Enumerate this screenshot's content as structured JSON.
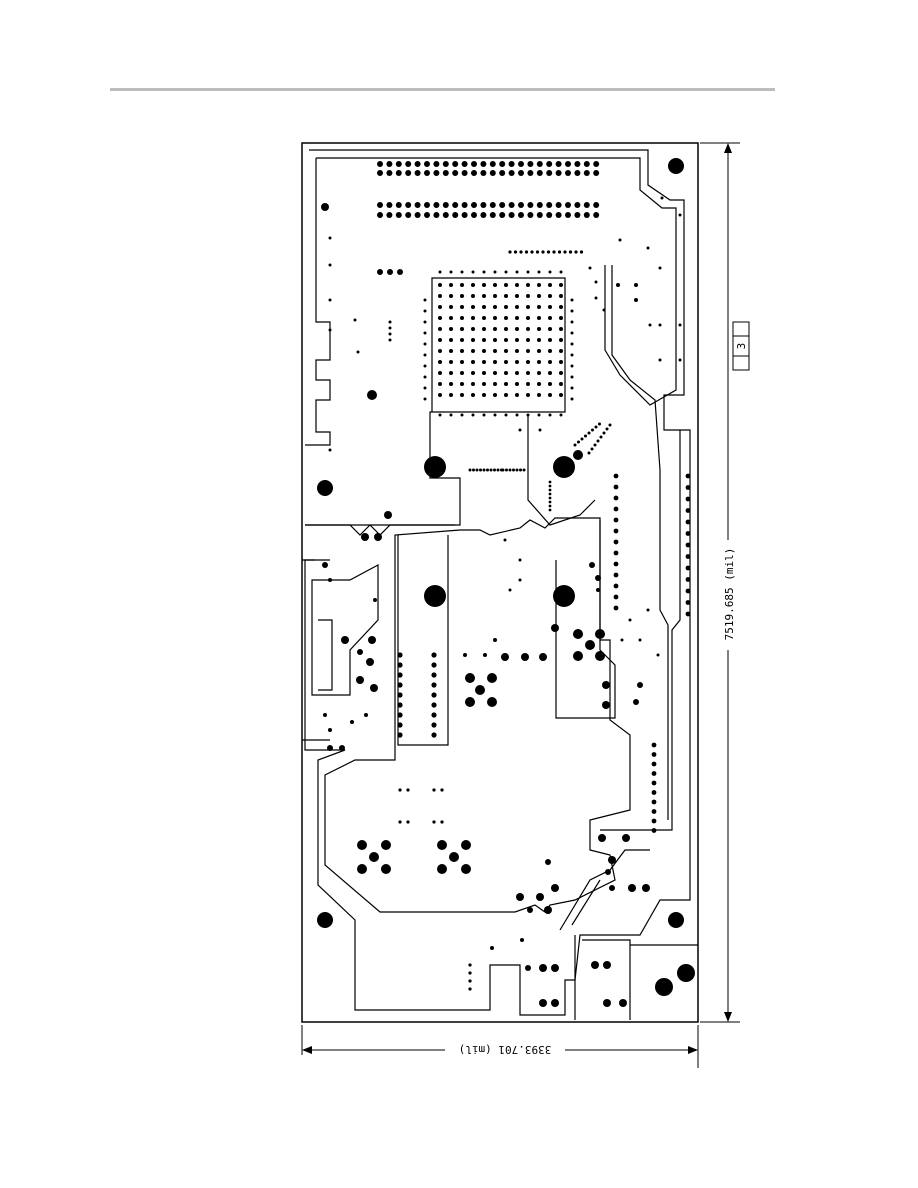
{
  "dimensions": {
    "height_label": "7519.685 (mil)",
    "width_label": "3393.701 (mil)"
  },
  "layer_marker": {
    "label": "3"
  },
  "colors": {
    "board": "#000000",
    "header_rule": "#bdbdbd"
  }
}
